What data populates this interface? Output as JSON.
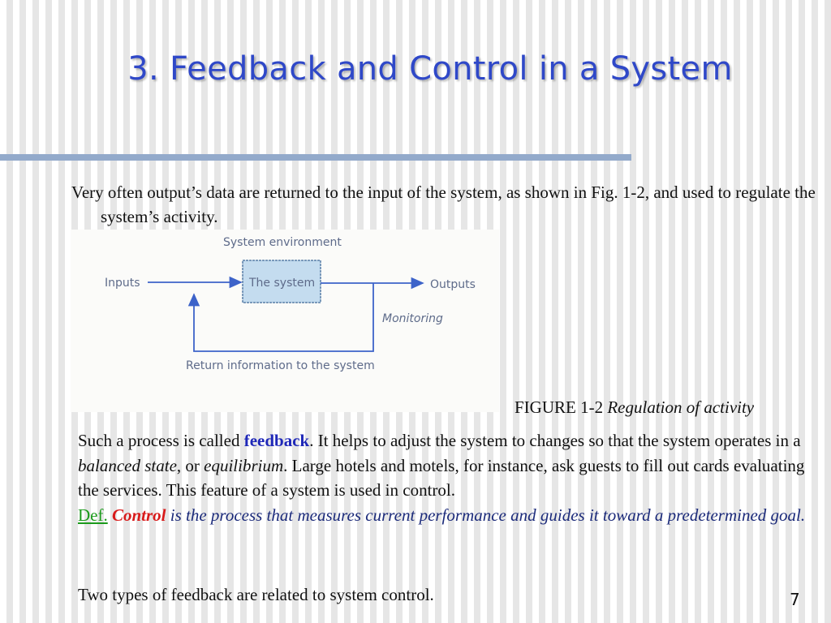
{
  "slide": {
    "title": "3. Feedback and Control in a System",
    "intro": "Very often output’s data are returned to the input of the system, as shown in Fig. 1-2, and used to regulate the system’s activity.",
    "figure": {
      "environment_label": "System environment",
      "inputs_label": "Inputs",
      "system_label": "The system",
      "outputs_label": "Outputs",
      "monitoring_label": "Monitoring",
      "return_label": "Return information to the system",
      "caption_prefix": "FIGURE 1-2",
      "caption_title": "Regulation of activity"
    },
    "paragraph": {
      "part1": "Such a process is called ",
      "feedback": "feedback",
      "part2": ". It helps to adjust the system to changes so that the system operates in a ",
      "balanced_state": "balanced state",
      "part3": ", or ",
      "equilibrium": "equilibrium",
      "part4": ". Large hotels and motels, for instance, ask guests to fill out cards evaluating the services. This feature of a system is used in control."
    },
    "definition": {
      "def_label": "Def.",
      "term": "Control",
      "text": " is the process that measures current performance and guides it toward a predetermined goal."
    },
    "last_line": "Two types of feedback are related to system control.",
    "page_number": "7",
    "colors": {
      "title": "#2f48c8",
      "feedback": "#1f28b8",
      "def_link": "#1b9a1b",
      "control": "#d81b1b",
      "rule": "#93aacb"
    }
  }
}
